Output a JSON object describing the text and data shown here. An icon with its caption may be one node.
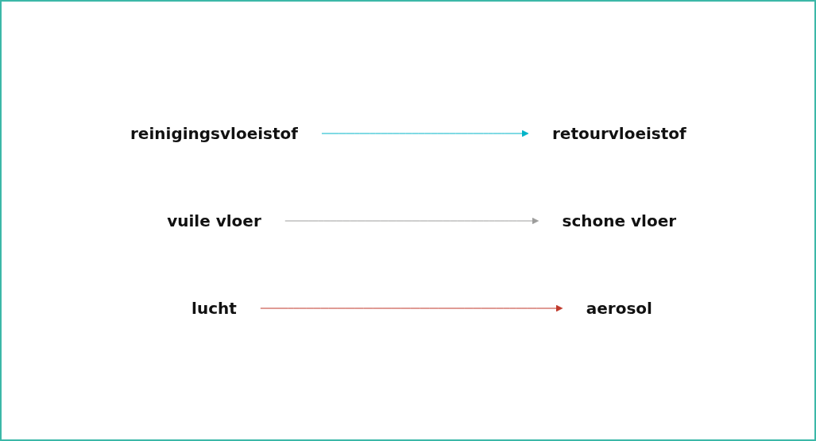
{
  "diagram": {
    "nodes": [
      {
        "text": [
          "reinigingsvloeistof"
        ]
      },
      {
        "text": [
          "retourvloeistof"
        ]
      },
      {
        "text": [
          "vuile vloer"
        ]
      },
      {
        "text": [
          "schone vloer"
        ]
      },
      {
        "text": [
          "lucht"
        ]
      },
      {
        "text": [
          "aerosol"
        ]
      }
    ],
    "edges": [
      {
        "from": 0,
        "to": 1,
        "arrow": "to",
        "color": "#00b4c8"
      },
      {
        "from": 2,
        "to": 3,
        "arrow": "to",
        "color": "#9d9d9c"
      },
      {
        "from": 4,
        "to": 5,
        "arrow": "to",
        "color": "#c0392b"
      }
    ]
  }
}
